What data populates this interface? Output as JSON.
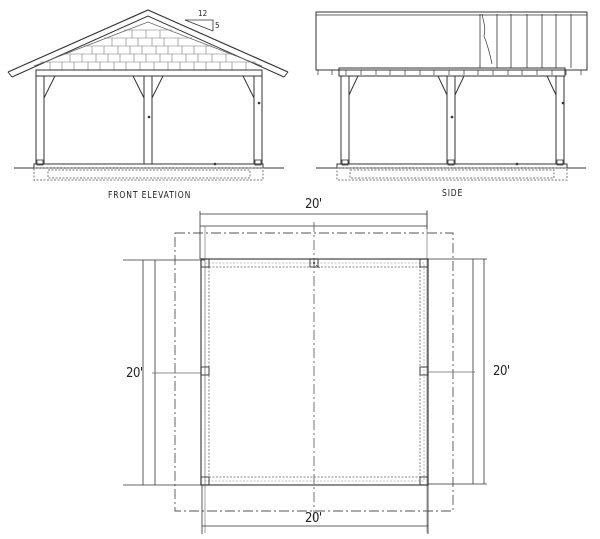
{
  "drawing": {
    "type": "architectural plan set",
    "subject": "20' x 20' gable-roof timber frame pavilion"
  },
  "views": {
    "front_elevation": {
      "title": "FRONT ELEVATION",
      "roof_pitch": {
        "run": "12",
        "rise": "5"
      }
    },
    "side_elevation": {
      "title": "SIDE"
    },
    "floor_plan": {
      "dimensions": {
        "top": "20'",
        "bottom": "20'",
        "left": "20'",
        "right": "20'"
      }
    }
  },
  "colors": {
    "line": "#333333",
    "light_line": "#888888",
    "background": "#ffffff"
  }
}
